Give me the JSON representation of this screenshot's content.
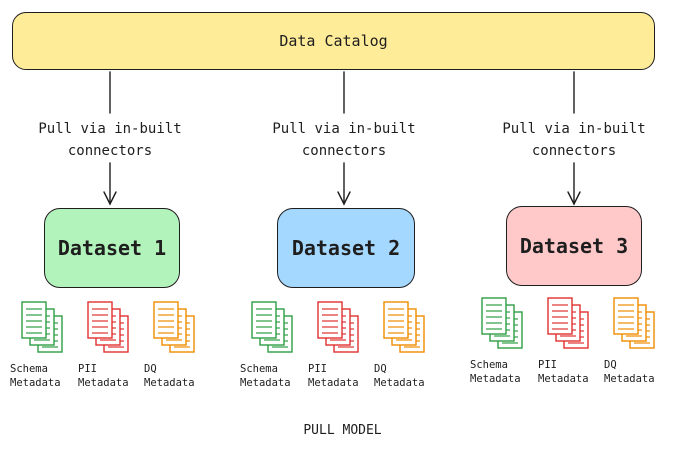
{
  "title": "Data Catalog",
  "connector_label": "Pull via in-built\nconnectors",
  "datasets": [
    {
      "label": "Dataset 1",
      "color": "#b2f2bb"
    },
    {
      "label": "Dataset 2",
      "color": "#a5d8ff"
    },
    {
      "label": "Dataset 3",
      "color": "#ffc9c9"
    }
  ],
  "metadata_types": [
    {
      "label": "Schema\nMetadata",
      "icon": "document-stack-icon",
      "color": "#2f9e44"
    },
    {
      "label": "PII\nMetadata",
      "icon": "document-stack-icon",
      "color": "#e03131"
    },
    {
      "label": "DQ\nMetadata",
      "icon": "document-stack-icon",
      "color": "#f08c00"
    }
  ],
  "footer": "PULL MODEL"
}
